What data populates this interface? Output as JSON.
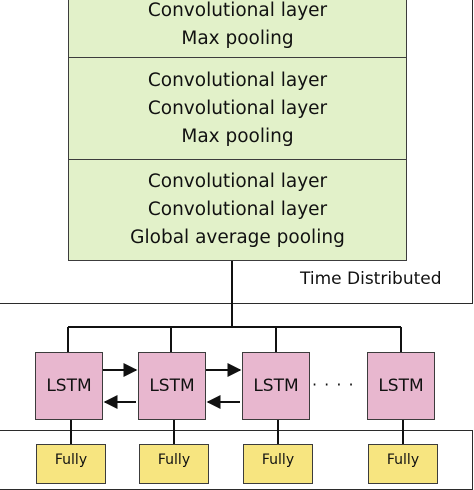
{
  "blocks": [
    {
      "lines": [
        "Convolutional layer",
        "Max pooling"
      ]
    },
    {
      "lines": [
        "Convolutional layer",
        "Convolutional layer",
        "Max pooling"
      ]
    },
    {
      "lines": [
        "Convolutional layer",
        "Convolutional layer",
        "Global average pooling"
      ]
    }
  ],
  "time_distributed_label": "Time Distributed",
  "lstm_labels": [
    "LSTM",
    "LSTM",
    "LSTM",
    "LSTM"
  ],
  "ellipsis": "· · · ·",
  "fully_labels": [
    "Fully",
    "Fully",
    "Fully",
    "Fully"
  ],
  "colors": {
    "conv_fill": "#e2f1c9",
    "lstm_fill": "#e8b7cf",
    "fully_fill": "#f7e580",
    "line": "#111111"
  }
}
